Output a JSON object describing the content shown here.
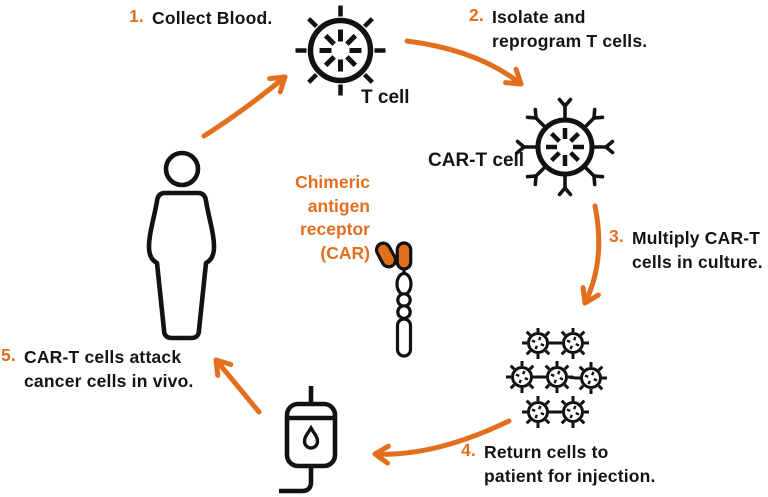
{
  "colors": {
    "accent_orange": "#E26F1E",
    "ink_black": "#141414"
  },
  "steps": [
    {
      "number": "1.",
      "lines": [
        "Collect Blood."
      ]
    },
    {
      "number": "2.",
      "lines": [
        "Isolate and",
        "reprogram T cells."
      ]
    },
    {
      "number": "3.",
      "lines": [
        "Multiply CAR-T",
        "cells in culture."
      ]
    },
    {
      "number": "4.",
      "lines": [
        "Return cells to",
        "patient for injection."
      ]
    },
    {
      "number": "5.",
      "lines": [
        "CAR-T cells attack",
        "cancer cells in vivo."
      ]
    }
  ],
  "labels": {
    "t_cell": "T cell",
    "car_t_cell": "CAR-T cell",
    "car_lines": [
      "Chimeric",
      "antigen",
      "receptor",
      "(CAR)"
    ]
  },
  "icons": {
    "person": "person-icon",
    "t_cell": "t-cell-icon",
    "car_t_cell": "car-t-cell-icon",
    "cell_cluster": "cell-cluster-icon",
    "iv_bag": "iv-bag-icon",
    "car_receptor": "car-receptor-icon",
    "arrows": "curved-arrow-icon"
  }
}
